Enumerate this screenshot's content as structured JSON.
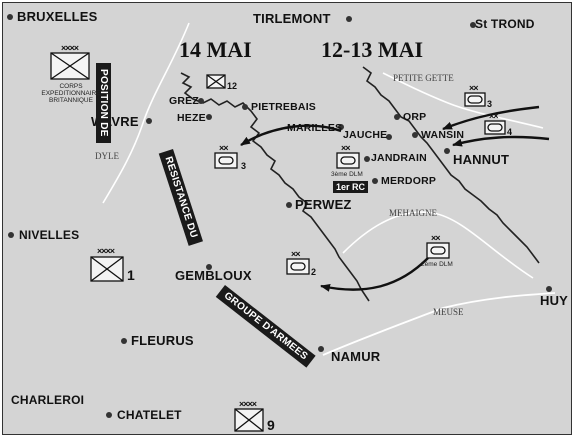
{
  "dates": {
    "left": "14 MAI",
    "right": "12-13 MAI"
  },
  "towns": {
    "bruxelles": "BRUXELLES",
    "tirlemont": "TIRLEMONT",
    "st_trond": "St TROND",
    "wavre": "WAVRE",
    "grez": "GREZ",
    "heze": "HEZE",
    "pietrebais": "PIETREBAIS",
    "marilles": "MARILLES",
    "jauche": "JAUCHE",
    "orp": "ORP",
    "wansin": "WANSIN",
    "hannut": "HANNUT",
    "jandrain": "JANDRAIN",
    "merdorp": "MERDORP",
    "perwez": "PERWEZ",
    "nivelles": "NIVELLES",
    "gembloux": "GEMBLOUX",
    "fleurus": "FLEURUS",
    "namur": "NAMUR",
    "huy": "HUY",
    "charleroi": "CHARLEROI",
    "chatelet": "CHATELET"
  },
  "rivers": {
    "dyle": "DYLE",
    "petite_gette": "PETITE GETTE",
    "mehaigne": "MEHAIGNE",
    "meuse": "MEUSE"
  },
  "banners": {
    "position": "POSITION DE",
    "resistance": "RESISTANCE DU",
    "groupe": "GROUPE D'ARMEES"
  },
  "units": {
    "bef": {
      "echelon": "××××",
      "label": "CORPS EXPEDITIONNAIRE BRITANNIQUE"
    },
    "army1": {
      "echelon": "××××",
      "number": "1"
    },
    "army9": {
      "echelon": "××××",
      "number": "9"
    },
    "brig12": {
      "number": "12"
    },
    "div3_west": {
      "echelon": "××",
      "number": "3"
    },
    "div3_dlm": {
      "echelon": "××",
      "label": "3ème DLM",
      "badge": "1er RC"
    },
    "div2_west": {
      "echelon": "××",
      "number": "2"
    },
    "div2_dlm": {
      "echelon": "××",
      "label": "2ème DLM"
    },
    "div3_east": {
      "echelon": "××",
      "number": "3"
    },
    "div4_east": {
      "echelon": "××",
      "number": "4"
    }
  },
  "colors": {
    "background": "#d4d4d4",
    "ink": "#111111",
    "banner": "#1a1a1a"
  }
}
